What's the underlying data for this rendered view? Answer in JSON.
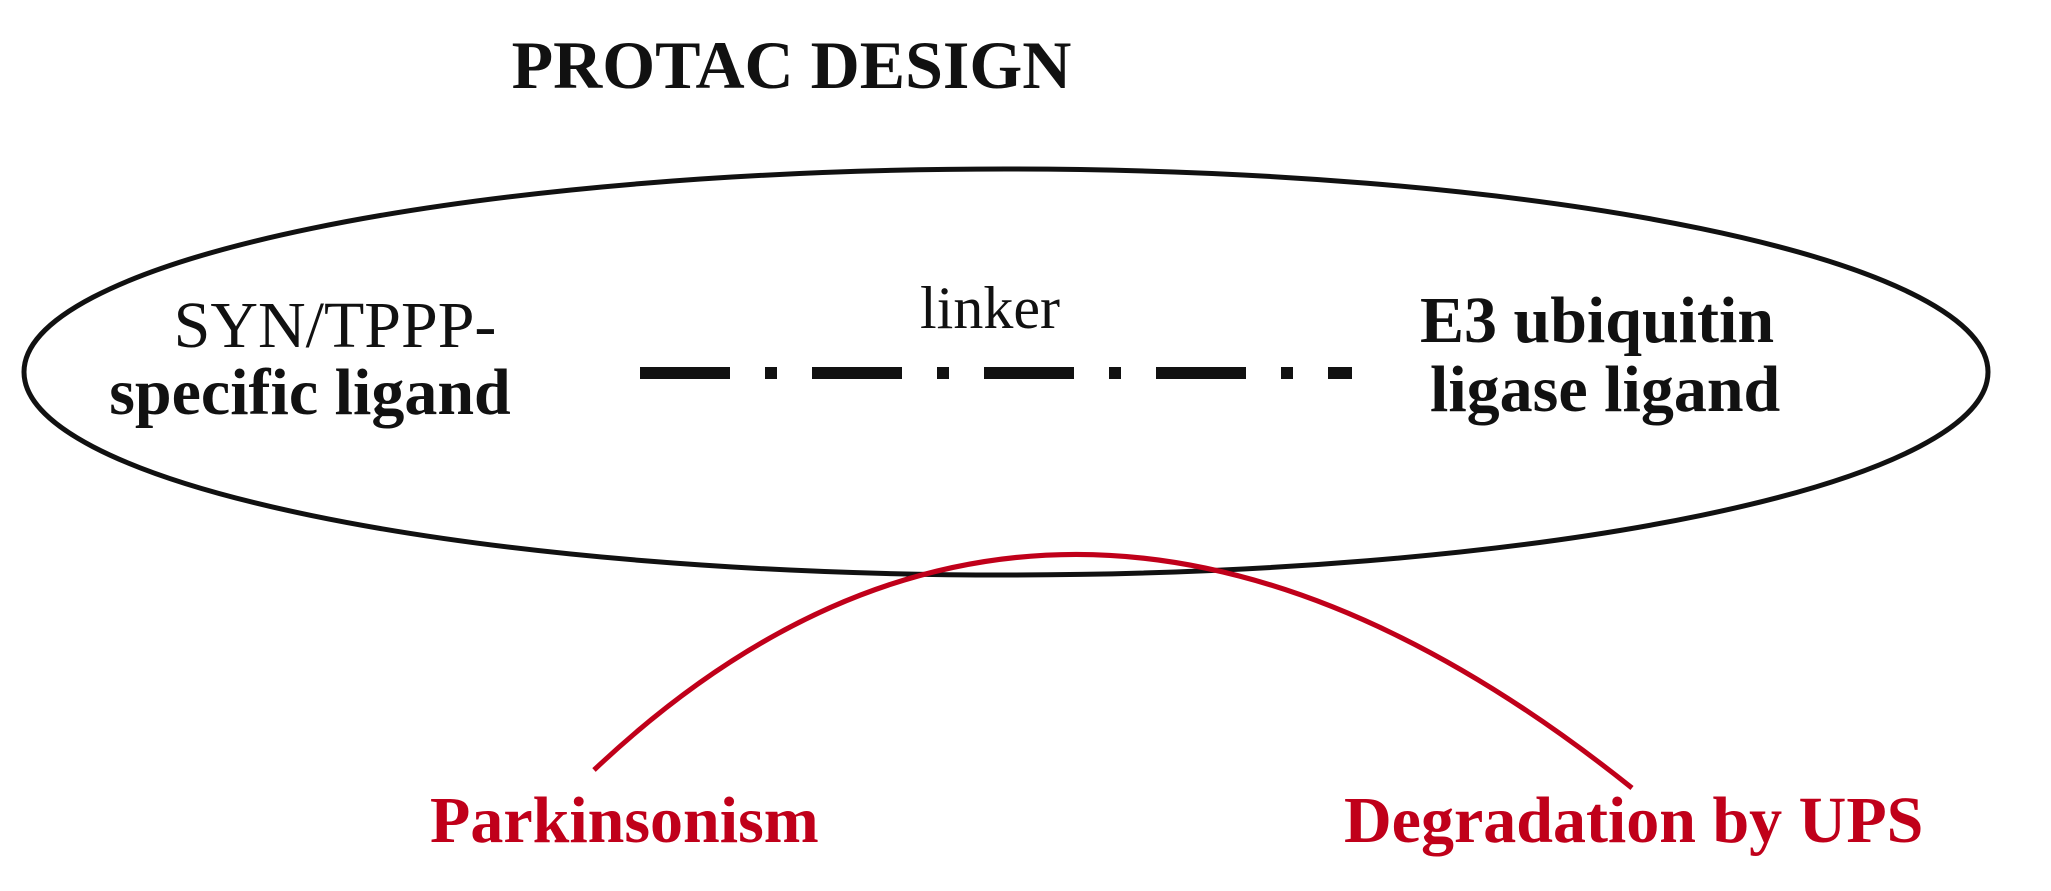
{
  "title": "PROTAC DESIGN",
  "left_ligand": {
    "line1": "SYN/TPPP-",
    "line2": "specific ligand"
  },
  "linker_label": "linker",
  "right_ligand": {
    "line1": "E3 ubiquitin",
    "line2": "ligase ligand"
  },
  "outcomes": {
    "left": "Parkinsonism",
    "right": "Degradation by UPS"
  },
  "colors": {
    "outline": "#111111",
    "arc": "#c0001a",
    "text": "#111111",
    "red_text": "#c0001a"
  }
}
